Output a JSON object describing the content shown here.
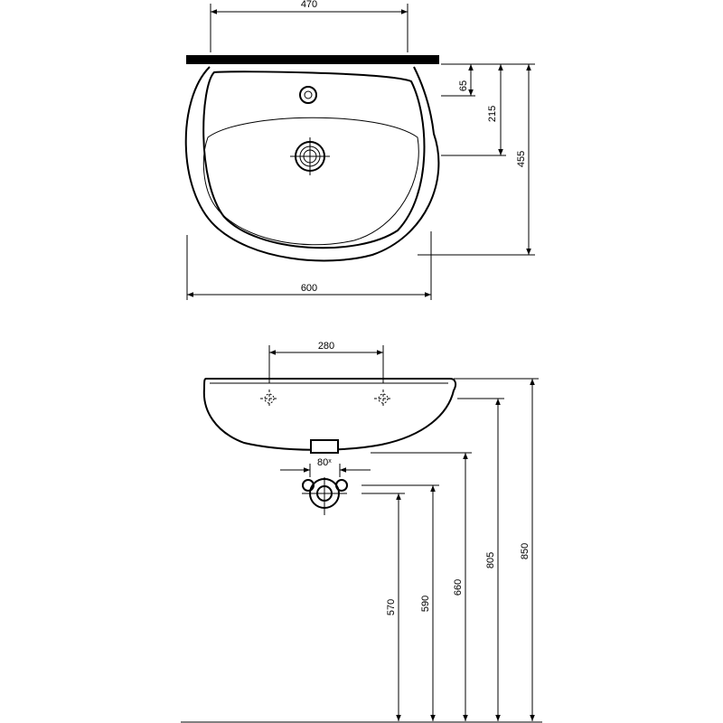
{
  "top_view": {
    "dims": {
      "width_470": "470",
      "width_600": "600",
      "depth_65": "65",
      "depth_215": "215",
      "depth_455": "455"
    }
  },
  "side_view": {
    "dims": {
      "tap_spacing": "280",
      "waste_width": "80",
      "waste_mark": "x",
      "h_570": "570",
      "h_590": "590",
      "h_660": "660",
      "h_805": "805",
      "h_850": "850"
    }
  }
}
